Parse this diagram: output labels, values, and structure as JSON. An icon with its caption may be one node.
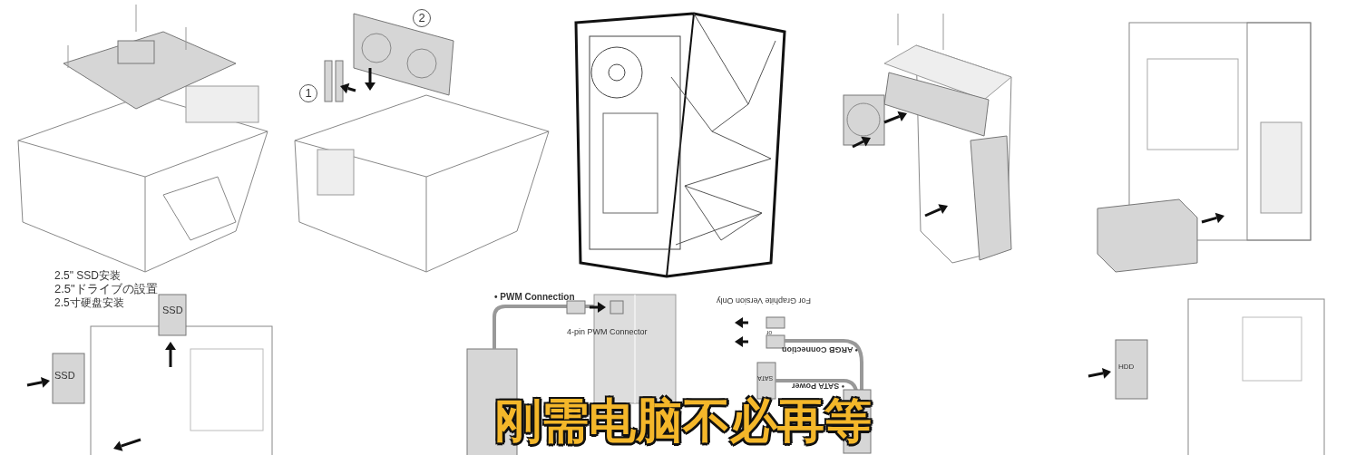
{
  "diagram": {
    "title": "刚需电脑不必再等",
    "labels": [
      "1",
      "2",
      "2.5\" SSD安装",
      "2.5\"ドライブの設置",
      "2.5寸硬盘安装",
      "SSD",
      "SSD",
      "• PWM Connection",
      "4-pin PWM Connector",
      "For Graphite Version Only",
      "or",
      "• ARGB Connection",
      "SATA",
      "• SATA Power",
      "HDD"
    ]
  }
}
